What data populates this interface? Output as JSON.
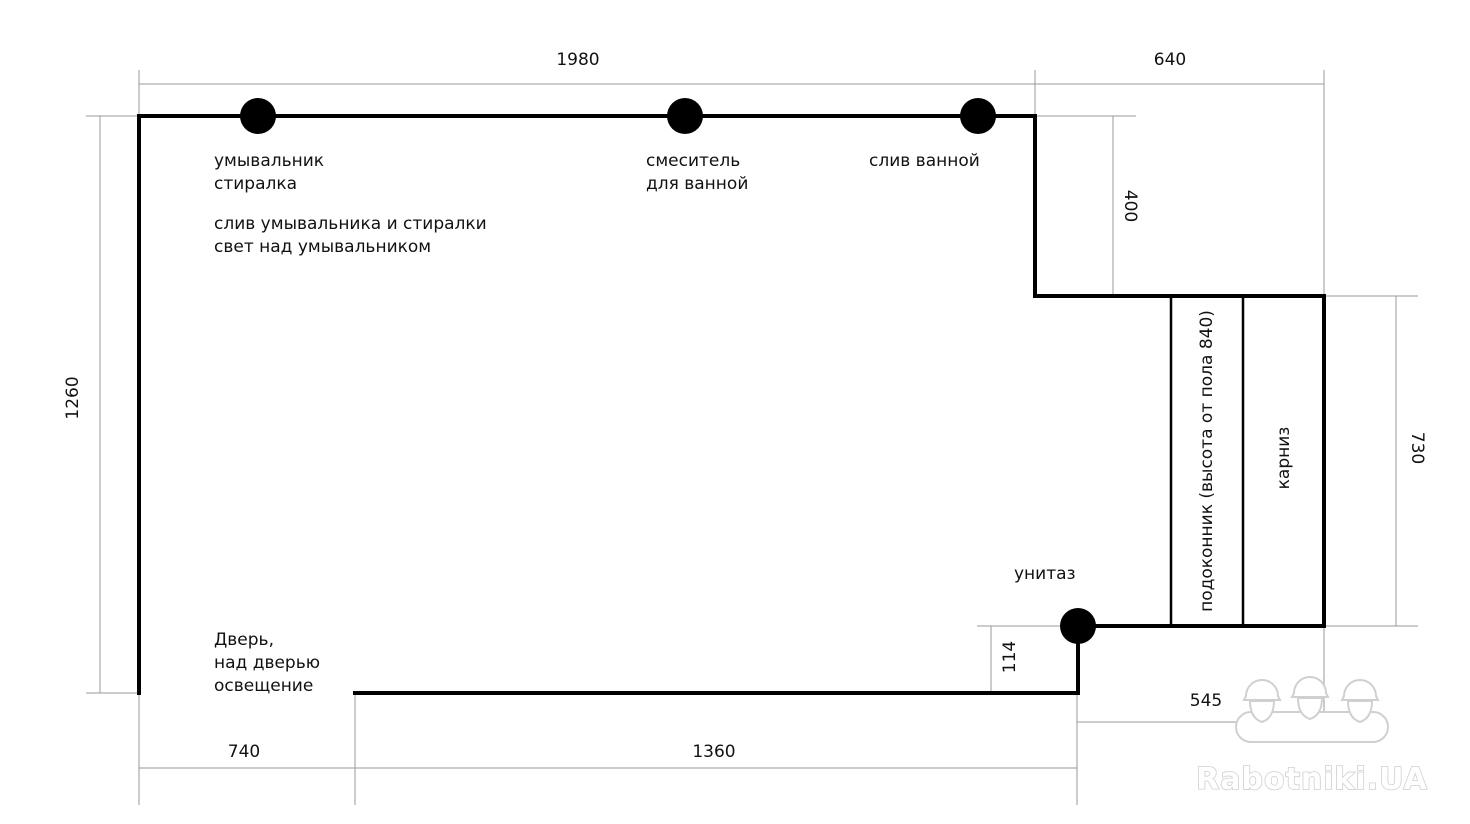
{
  "dimensions": {
    "top_left_width": "1980",
    "top_right_width": "640",
    "left_height": "1260",
    "step_depth": "400",
    "window_height": "730",
    "toilet_offset": "114",
    "right_bottom_width": "545",
    "door_width": "740",
    "bottom_wall_width": "1360"
  },
  "labels": {
    "sink_line1": "умывальник",
    "sink_line2": "стиралка",
    "sink_drain_line1": "слив умывальника и стиралки",
    "sink_drain_line2": "свет над умывальником",
    "mixer_line1": "смеситель",
    "mixer_line2": "для ванной",
    "bath_drain": "слив ванной",
    "toilet": "унитаз",
    "door_line1": "Дверь,",
    "door_line2": "над дверью",
    "door_line3": "освещение",
    "windowsill": "подоконник (высота от пола 840)",
    "cornice": "карниз"
  },
  "watermark": {
    "text": "Rabotniki.UA",
    "icon": "three-workers-helmet-icon"
  },
  "colors": {
    "wall": "#000000",
    "dimension_line": "#9a9a9a",
    "watermark": "#d0d0d0"
  }
}
